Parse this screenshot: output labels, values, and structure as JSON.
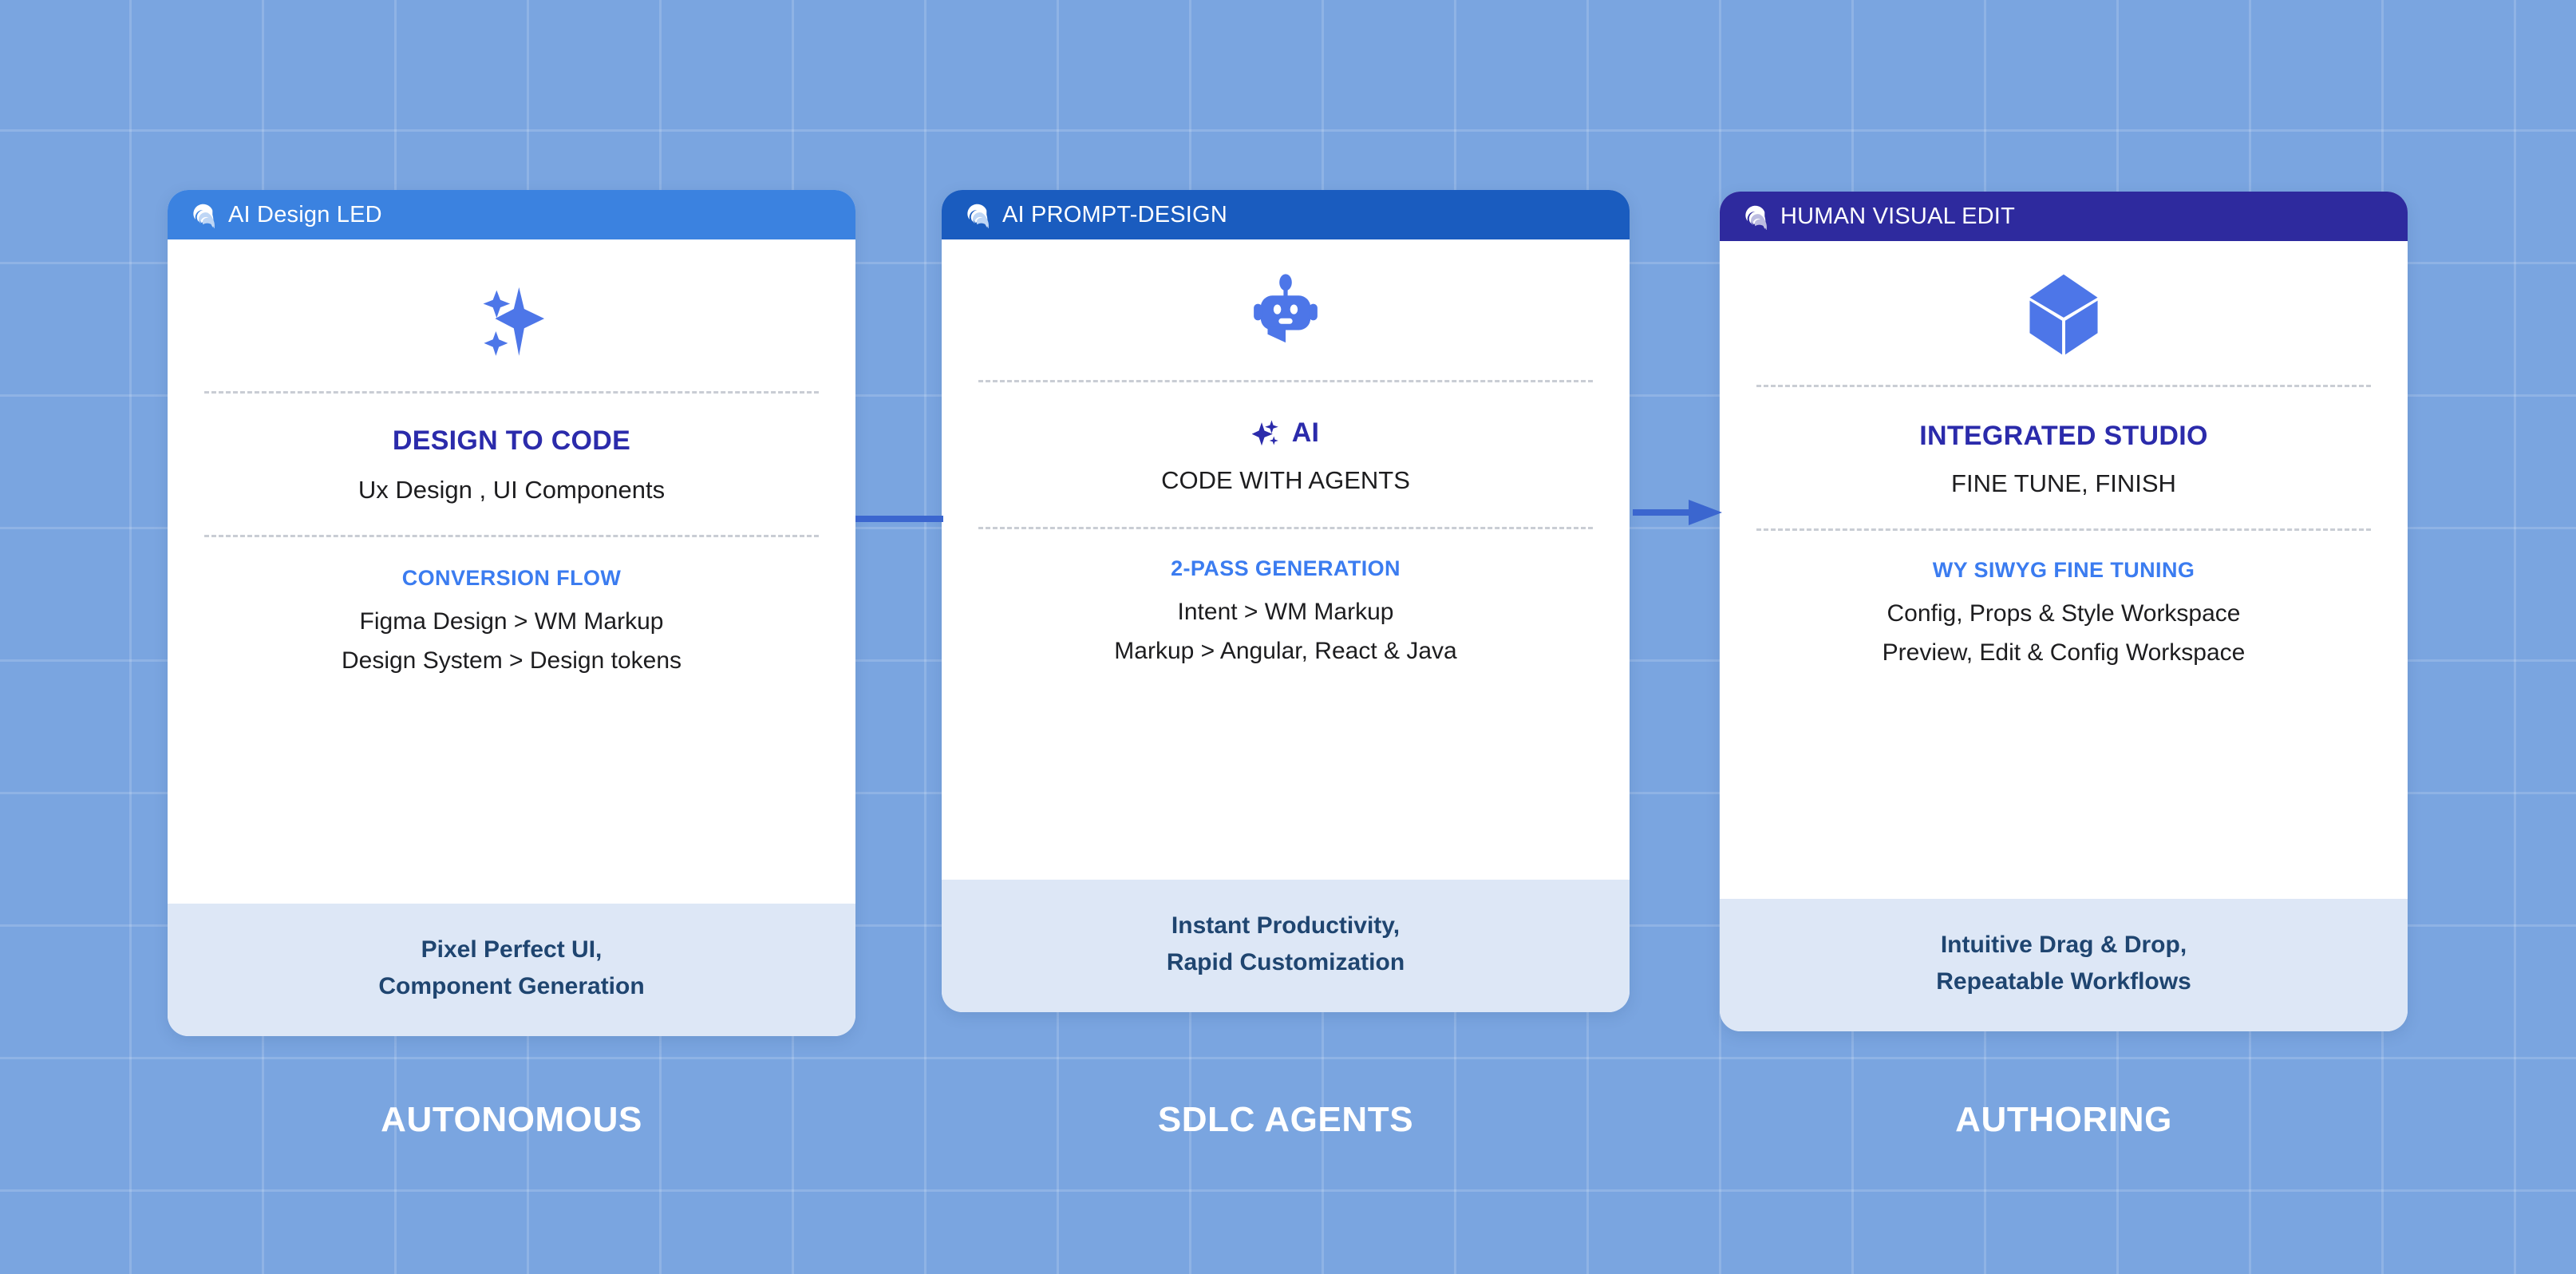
{
  "background": {
    "color": "#7aa5e0",
    "grid": true
  },
  "cards": [
    {
      "header": {
        "label": "AI Design LED",
        "bg": "#3b82e0",
        "logo_icon": "wave-logo-icon"
      },
      "hero_icon": "sparkles-icon",
      "heading": "DESIGN TO CODE",
      "heading_color": "#2b2bab",
      "subhead": "Ux Design , UI Components",
      "section_label": "CONVERSION FLOW",
      "section_label_color": "#3b7cf0",
      "details": [
        "Figma Design > WM Markup",
        "Design System > Design tokens"
      ],
      "footer": [
        "Pixel Perfect UI,",
        "Component Generation"
      ],
      "footer_bg": "#dde7f6",
      "caption": "AUTONOMOUS"
    },
    {
      "header": {
        "label": "AI PROMPT-DESIGN",
        "bg": "#1a5cbf",
        "logo_icon": "wave-logo-icon"
      },
      "hero_icon": "robot-chat-icon",
      "heading": "AI",
      "heading_prefix_icon": "sparkle-ai-icon",
      "heading_color": "#2b2bab",
      "subhead": "CODE WITH AGENTS",
      "section_label": "2-PASS GENERATION",
      "section_label_color": "#3b7cf0",
      "details": [
        "Intent > WM Markup",
        "Markup > Angular, React & Java"
      ],
      "footer": [
        "Instant Productivity,",
        "Rapid Customization"
      ],
      "footer_bg": "#dde7f6",
      "caption": "SDLC AGENTS"
    },
    {
      "header": {
        "label": "HUMAN VISUAL EDIT",
        "bg": "#2e2a9e",
        "logo_icon": "wave-logo-icon"
      },
      "hero_icon": "cube-3d-icon",
      "heading": "INTEGRATED STUDIO",
      "heading_color": "#2b2bab",
      "subhead": "FINE TUNE, FINISH",
      "section_label": "WY SIWYG FINE TUNING",
      "section_label_color": "#3b7cf0",
      "details": [
        "Config, Props & Style Workspace",
        "Preview, Edit & Config Workspace"
      ],
      "footer": [
        "Intuitive Drag & Drop,",
        "Repeatable Workflows"
      ],
      "footer_bg": "#dde7f6",
      "caption": "AUTHORING"
    }
  ],
  "connectors": [
    {
      "name": "connector-card1-to-card2",
      "arrowhead": false,
      "color": "#3b66cf"
    },
    {
      "name": "connector-card2-to-card3",
      "arrowhead": true,
      "color": "#3b66cf"
    }
  ]
}
